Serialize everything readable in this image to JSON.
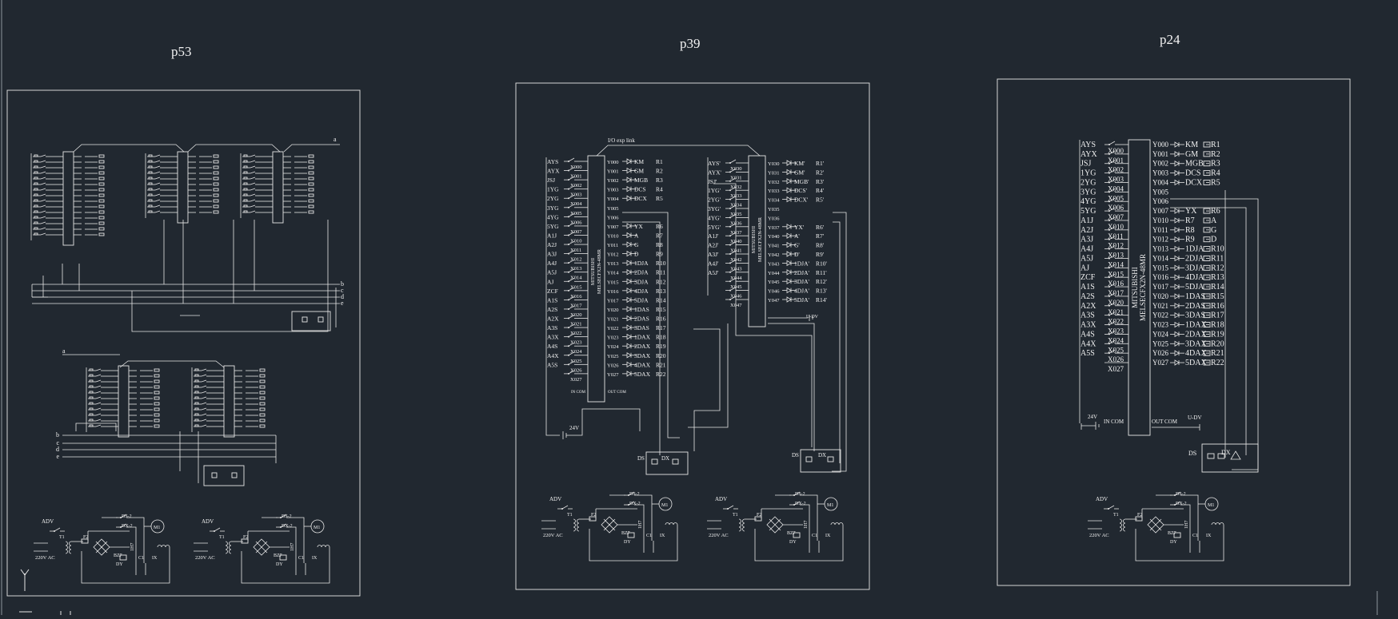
{
  "drawing": {
    "titles": {
      "p53": "p53",
      "p39": "p39",
      "p24": "p24"
    },
    "colors": {
      "background": "#212830",
      "line": "#e6e6e6",
      "text": "#f2f2f2"
    }
  },
  "p24": {
    "plc_label_line1": "MITSUBISHI",
    "plc_label_line2": "MELSECFX2N-48MR",
    "inputs": [
      "AYS",
      "AYX",
      "JSJ",
      "1YG",
      "2YG",
      "3YG",
      "4YG",
      "5YG",
      "A1J",
      "A2J",
      "A3J",
      "A4J",
      "A5J",
      "AJ",
      "ZCF",
      "A1S",
      "A2S",
      "A2X",
      "A3S",
      "A3X",
      "A4S",
      "A4X",
      "A5S",
      ""
    ],
    "x_addresses": [
      "X000",
      "X001",
      "X002",
      "X003",
      "X004",
      "X005",
      "X006",
      "X007",
      "X010",
      "X011",
      "X012",
      "X013",
      "X014",
      "X015",
      "X016",
      "X017",
      "X020",
      "X021",
      "X022",
      "X023",
      "X024",
      "X025",
      "X026",
      "X027"
    ],
    "y_addresses": [
      "Y000",
      "Y001",
      "Y002",
      "Y003",
      "Y004",
      "Y005",
      "Y006",
      "Y007",
      "Y010",
      "Y011",
      "Y012",
      "Y013",
      "Y014",
      "Y015",
      "Y016",
      "Y017",
      "Y020",
      "Y021",
      "Y022",
      "Y023",
      "Y024",
      "Y025",
      "Y026",
      "Y027"
    ],
    "outputs": [
      "KM",
      "GM",
      "MGB",
      "DCS",
      "DCX",
      "",
      "",
      "YX",
      "R7",
      "R8",
      "R9",
      "1DJA",
      "2DJA",
      "3DJA",
      "4DJA",
      "5DJA",
      "1DAS",
      "2DAS",
      "3DAS",
      "1DAX",
      "2DAX",
      "3DAX",
      "4DAX",
      "5DAX"
    ],
    "relays": [
      "R1",
      "R2",
      "R3",
      "R4",
      "R5",
      "",
      "",
      "R6",
      "A",
      "G",
      "D",
      "R10",
      "R11",
      "R12",
      "R13",
      "R14",
      "R15",
      "R16",
      "R17",
      "R18",
      "R19",
      "R20",
      "R21",
      "R22"
    ],
    "in_com": "IN COM",
    "out_com": "OUT COM",
    "v24": "24V",
    "udv": "U-DV",
    "power": {
      "adv": "ADV",
      "ac": "220V  AC",
      "t1": "T1",
      "f2": "F2",
      "ds2": "DS-2",
      "dx2": "DX-2",
      "dy": "DY",
      "c1": "C1",
      "bz7": "BZ7",
      "ix": "IX",
      "m1": "M1",
      "h": "1H7",
      "ds": "DS",
      "dx": "DX"
    }
  },
  "p39": {
    "link_label": "I/O  exp link",
    "plc_label_a": "MITSUBISHI",
    "plc_label_b": "MELSECFX2N-48MR",
    "inputs": [
      "AYS",
      "AYX",
      "JSJ",
      "1YG",
      "2YG",
      "3YG",
      "4YG",
      "5YG",
      "A1J",
      "A2J",
      "A3J",
      "A4J",
      "A5J",
      "AJ",
      "ZCF",
      "A1S",
      "A2S",
      "A2X",
      "A3S",
      "A3X",
      "A4S",
      "A4X",
      "A5S",
      ""
    ],
    "x_addresses": [
      "X000",
      "X001",
      "X002",
      "X003",
      "X004",
      "X005",
      "X006",
      "X007",
      "X010",
      "X011",
      "X012",
      "X013",
      "X014",
      "X015",
      "X016",
      "X017",
      "X020",
      "X021",
      "X022",
      "X023",
      "X024",
      "X025",
      "X026",
      "X027"
    ],
    "y_addresses": [
      "Y000",
      "Y001",
      "Y002",
      "Y003",
      "Y004",
      "Y005",
      "Y006",
      "Y007",
      "Y010",
      "Y011",
      "Y012",
      "Y013",
      "Y014",
      "Y015",
      "Y016",
      "Y017",
      "Y020",
      "Y021",
      "Y022",
      "Y023",
      "Y024",
      "Y025",
      "Y026",
      "Y027"
    ],
    "outputs": [
      "KM",
      "GM",
      "MGB",
      "DCS",
      "DCX",
      "",
      "",
      "YX",
      "A",
      "G",
      "D",
      "1DJA",
      "2DJA",
      "3DJA",
      "4DJA",
      "5DJA",
      "1DAS",
      "2DAS",
      "3DAS",
      "1DAX",
      "2DAX",
      "3DAX",
      "4DAX",
      "5DAX"
    ],
    "relays": [
      "R1",
      "R2",
      "R3",
      "R4",
      "R5",
      "",
      "",
      "R6",
      "R7",
      "R8",
      "R9",
      "R10",
      "R11",
      "R12",
      "R13",
      "R14",
      "R15",
      "R16",
      "R17",
      "R18",
      "R19",
      "R20",
      "R21",
      "R22"
    ],
    "inputs2": [
      "AYS'",
      "AYX'",
      "JSJ'",
      "1YG'",
      "2YG'",
      "3YG'",
      "4YG'",
      "5YG'",
      "A1J'",
      "A2J'",
      "A3J'",
      "A4J'",
      "A5J'"
    ],
    "x2_addresses": [
      "X030",
      "X031",
      "X032",
      "X033",
      "X034",
      "X035",
      "X036",
      "X037",
      "X040",
      "X041",
      "X042",
      "X043",
      "X044",
      "X045",
      "X046",
      "X047"
    ],
    "y2_addresses": [
      "Y030",
      "Y031",
      "Y032",
      "Y033",
      "Y034",
      "Y035",
      "Y036",
      "Y037",
      "Y040",
      "Y041",
      "Y042",
      "Y043",
      "Y044",
      "Y045",
      "Y046",
      "Y047"
    ],
    "outputs2": [
      "KM'",
      "GM'",
      "MGB'",
      "DCS'",
      "DCX'",
      "",
      "",
      "YX'",
      "A'",
      "G'",
      "D'",
      "1DJA'",
      "2DJA'",
      "3DJA'",
      "4DJA'",
      "5DJA'"
    ],
    "relays2": [
      "R1'",
      "R2'",
      "R3'",
      "R4'",
      "R5'",
      "",
      "",
      "R6'",
      "R7'",
      "R8'",
      "R9'",
      "R10'",
      "R11'",
      "R12'",
      "R13'",
      "R14'"
    ],
    "in_com": "IN COM",
    "out_com": "OUT COM",
    "v24": "24V",
    "udv": "U-DV",
    "power": {
      "adv": "ADV",
      "ac": "220V  AC",
      "t1": "T1",
      "f2": "F2",
      "ds2": "DS-2",
      "dx2": "DX-2",
      "dy": "DY",
      "c1": "C1",
      "bz7": "BZ7",
      "ix": "IX",
      "m1": "M1",
      "h": "1H7",
      "ds": "DS",
      "dx": "DX"
    }
  },
  "p53": {
    "bus_labels": [
      "a",
      "b",
      "c",
      "d",
      "e"
    ],
    "power": {
      "adv": "ADV",
      "ac": "220V  AC",
      "t1": "T1",
      "f2": "F2",
      "ds2": "DS-2",
      "dx2": "DX-2",
      "dy": "DY",
      "c1": "C1",
      "bz7": "BZ7",
      "ix": "IX",
      "m1": "M1",
      "h": "1H7"
    }
  },
  "ucs_icon": "Y"
}
